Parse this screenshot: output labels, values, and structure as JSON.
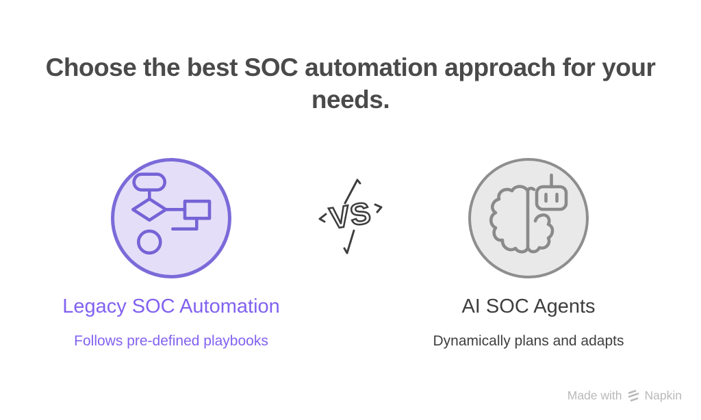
{
  "title": "Choose the best SOC automation approach for your needs.",
  "comparison": {
    "vs_label": "VS",
    "left": {
      "label": "Legacy SOC Automation",
      "description": "Follows pre-defined playbooks",
      "icon": "flowchart-icon",
      "accent_color": "#8161f0",
      "circle_fill": "#e4def8",
      "circle_border": "#7b6bd9"
    },
    "right": {
      "label": "AI SOC Agents",
      "description": "Dynamically plans and adapts",
      "icon": "brain-robot-icon",
      "text_color": "#3e3e3e",
      "circle_fill": "#e9e9e9",
      "circle_border": "#8e8e8e"
    }
  },
  "watermark": {
    "prefix": "Made with",
    "brand": "Napkin",
    "logo": "napkin-logo-icon",
    "color": "#b9b9b9"
  }
}
